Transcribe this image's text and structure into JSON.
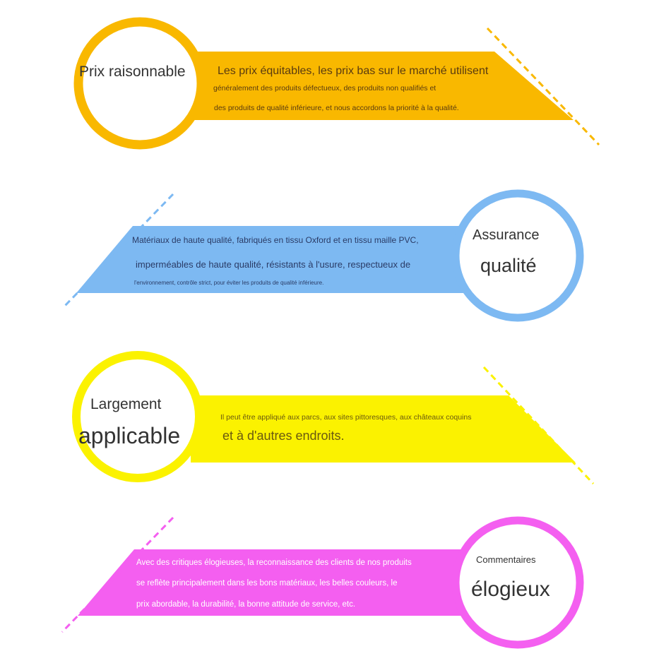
{
  "colors": {
    "orange": "#f9b800",
    "blue": "#7db9f2",
    "yellow": "#fbf200",
    "pink": "#f45ff0"
  },
  "sections": [
    {
      "title": "Prix raisonnable",
      "lines": [
        "Les prix équitables, les prix bas sur le marché utilisent",
        "généralement des produits défectueux, des produits non qualifiés et",
        "des produits de qualité inférieure, et nous accordons la priorité à la qualité."
      ]
    },
    {
      "title_line1": "Assurance",
      "title_line2": "qualité",
      "lines": [
        "Matériaux de haute qualité, fabriqués en tissu Oxford et en tissu maille PVC,",
        "imperméables de haute qualité, résistants à l'usure, respectueux de",
        "l'environnement, contrôle strict, pour éviter les produits de qualité inférieure."
      ]
    },
    {
      "title_line1": "Largement",
      "title_line2": "applicable",
      "lines": [
        "Il peut être appliqué aux parcs, aux sites pittoresques, aux châteaux coquins",
        "et à d'autres endroits."
      ]
    },
    {
      "title_line1": "Commentaires",
      "title_line2": "élogieux",
      "lines": [
        "Avec des critiques élogieuses, la reconnaissance des clients de nos produits",
        "se reflète principalement dans les bons matériaux, les belles couleurs, le",
        "prix abordable, la durabilité, la bonne attitude de service, etc."
      ]
    }
  ]
}
